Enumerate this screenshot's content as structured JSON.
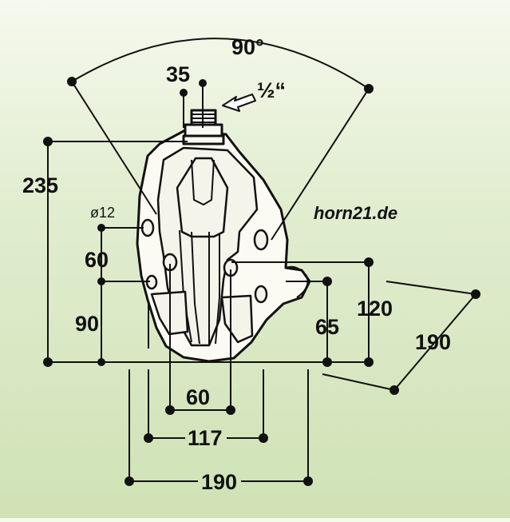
{
  "dimensions": {
    "angle": "90°",
    "nozzle_width": "35",
    "thread": "½“",
    "total_height": "235",
    "hole_diameter": "ø12",
    "left_upper": "60",
    "left_lower": "90",
    "right_inner_height": "65",
    "right_outer_height": "120",
    "depth": "190",
    "hole_spacing": "60",
    "inner_width": "117",
    "overall_width": "190"
  },
  "brand": "horn21.de",
  "colors": {
    "background_top": "#f6f9ee",
    "background_bottom": "#cfe2b5",
    "line": "#111111"
  }
}
